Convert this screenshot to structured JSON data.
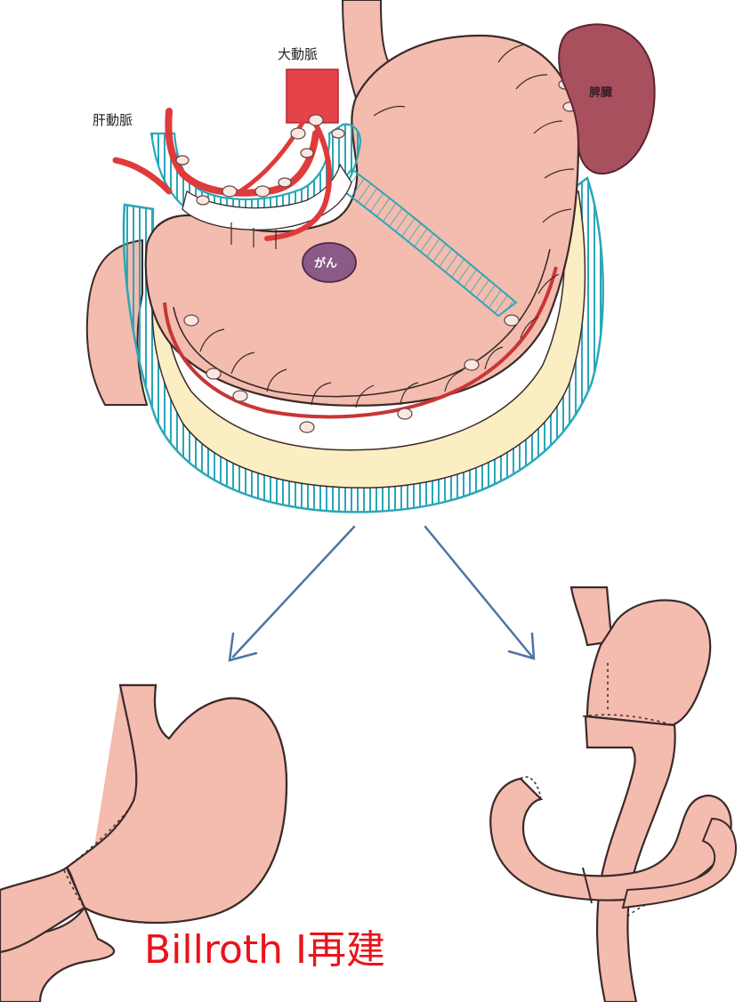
{
  "labels": {
    "aorta": "大動脈",
    "hepatic_artery": "肝動脈",
    "spleen": "脾臓",
    "cancer": "がん",
    "reconstruction": "Billroth I再建"
  },
  "colors": {
    "stomach": "#f4bcae",
    "stomach_outline": "#3a2a2a",
    "artery": "#e03a3a",
    "resection": "#2aa7b8",
    "omentum": "#fbeec3",
    "spleen": "#a8505e",
    "tumor": "#8c5a86",
    "arrow": "#4f74a6",
    "caption": "#e8141b"
  }
}
